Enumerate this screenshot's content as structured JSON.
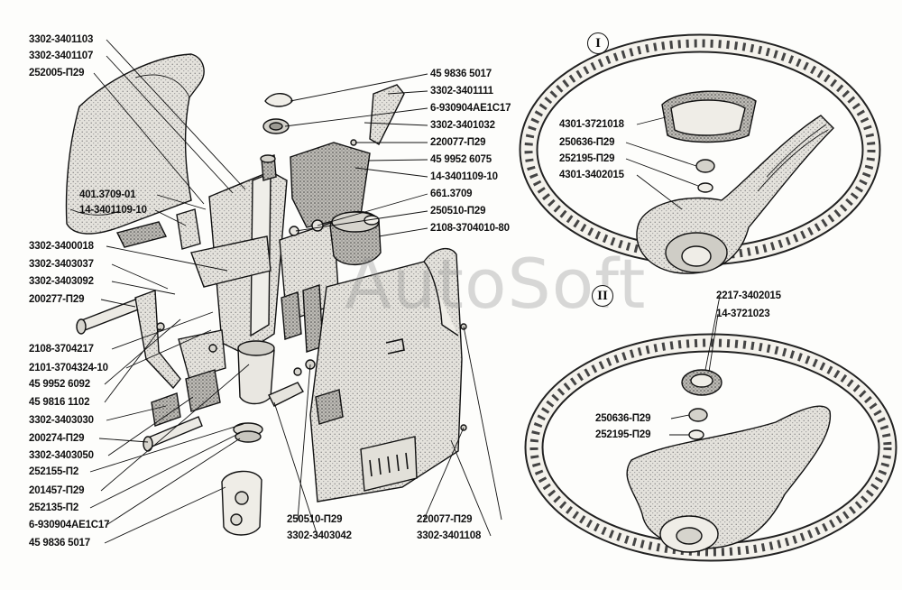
{
  "watermark": "AutoSoft",
  "views": {
    "view1": "I",
    "view2": "II"
  },
  "left_labels": [
    "3302-3401103",
    "3302-3401107",
    "252005-П29",
    "401.3709-01",
    "14-3401109-10",
    "3302-3400018",
    "3302-3403037",
    "3302-3403092",
    "200277-П29",
    "2108-3704217",
    "2101-3704324-10",
    "45 9952 6092",
    "45 9816 1102",
    "3302-3403030",
    "200274-П29",
    "3302-3403050",
    "252155-П2",
    "201457-П29",
    "252135-П2",
    "6-930904АЕ1С17",
    "45 9836 5017"
  ],
  "center_labels": [
    "45 9836 5017",
    "3302-3401111",
    "6-930904АЕ1С17",
    "3302-3401032",
    "220077-П29",
    "45 9952 6075",
    "14-3401109-10",
    "661.3709",
    "250510-П29",
    "2108-3704010-80"
  ],
  "bottom_labels": [
    "250510-П29",
    "3302-3403042",
    "220077-П29",
    "3302-3401108"
  ],
  "wheel1_labels": [
    "4301-3721018",
    "250636-П29",
    "252195-П29",
    "4301-3402015"
  ],
  "wheel2_labels": [
    "2217-3402015",
    "14-3721023",
    "250636-П29",
    "252195-П29"
  ]
}
